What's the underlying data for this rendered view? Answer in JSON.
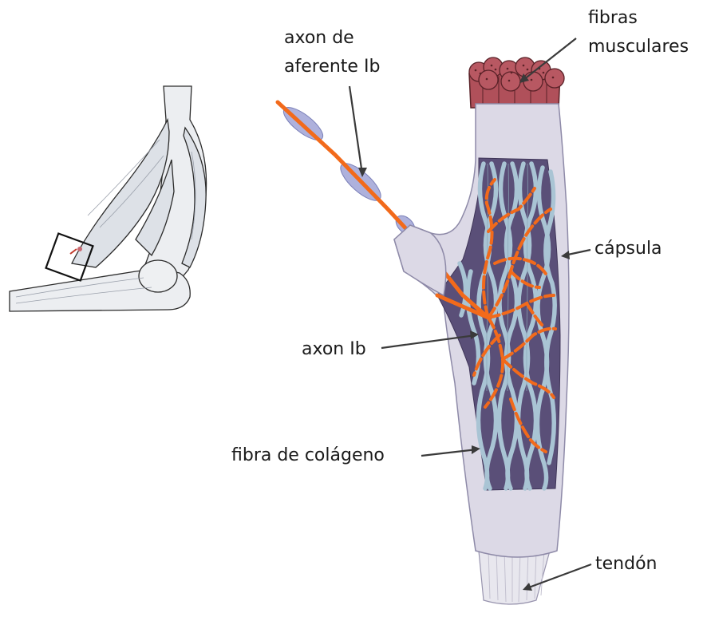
{
  "labels": {
    "axon_afferent_line1": "axon de",
    "axon_afferent_line2": "aferente Ib",
    "muscle_fibers_line1": "fibras",
    "muscle_fibers_line2": "musculares",
    "capsule": "cápsula",
    "axon_ib": "axon Ib",
    "collagen_fiber": "fibra de colágeno",
    "tendon": "tendón"
  },
  "colors": {
    "axon": "#f26a1b",
    "capsule": "#dcd9e6",
    "capsule_outline": "#8e8aa8",
    "interior": "#5a4f78",
    "collagen": "#a9c4d4",
    "muscle": "#b5525c",
    "arm": "#e9ebee"
  }
}
